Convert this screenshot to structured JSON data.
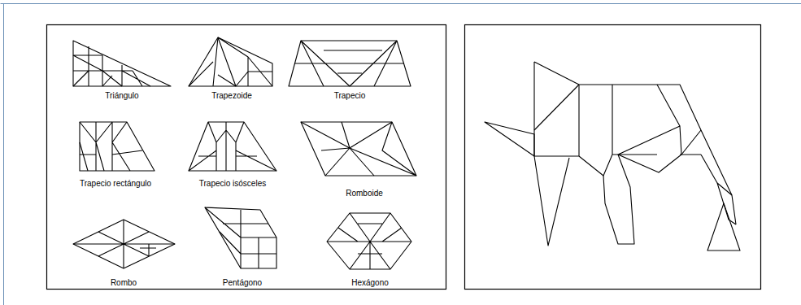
{
  "diagram": {
    "labels": [
      "Triángulo",
      "Trapezoide",
      "Trapecio",
      "Trapecio rectángulo",
      "Trapecio isósceles",
      "Romboide",
      "Rombo",
      "Pentágono",
      "Hexágono"
    ]
  }
}
